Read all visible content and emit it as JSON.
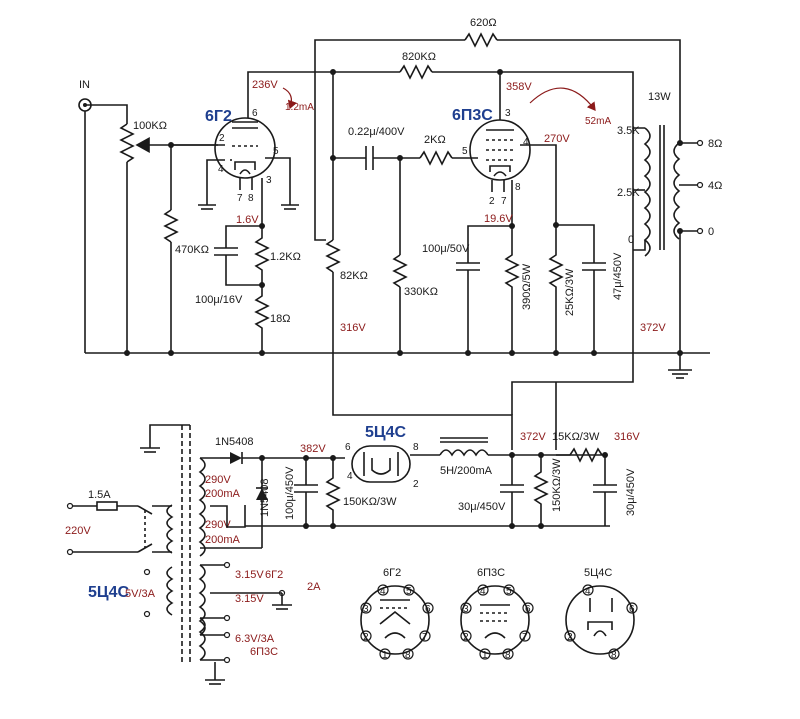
{
  "labels": {
    "input": "IN",
    "pot": "100KΩ",
    "r_470k": "470KΩ",
    "tube1": "6Г2",
    "tube1_plate_v": "236V",
    "tube1_current": "1.2mA",
    "tube1_cathode_v": "1.6V",
    "r_1_2k": "1.2KΩ",
    "c_100u_16v": "100μ/16V",
    "r_18": "18Ω",
    "r_82k": "82KΩ",
    "v_316_top": "316V",
    "c_coupling": "0.22μ/400V",
    "r_2k": "2KΩ",
    "r_330k": "330KΩ",
    "r_820k": "820KΩ",
    "r_620": "620Ω",
    "tube2": "6П3С",
    "tube2_plate_v": "358V",
    "tube2_current": "52mA",
    "tube2_screen_v": "270V",
    "tube2_cathode_v": "19.6V",
    "c_100u_50v": "100μ/50V",
    "r_390": "390Ω/5W",
    "r_25k": "25KΩ/3W",
    "c_47u": "47μ/450V",
    "v_372_top": "372V",
    "ot_power": "13W",
    "ot_3_5k": "3.5K",
    "ot_2_5k": "2.5K",
    "ot_zero": "0",
    "out_8": "8Ω",
    "out_4": "4Ω",
    "out_0": "0",
    "fuse": "1.5A",
    "mains": "220V",
    "d1": "1N5408",
    "d2": "1N5408",
    "sec1_v": "290V",
    "sec1_i": "200mA",
    "sec2_v": "290V",
    "sec2_i": "200mA",
    "v_382": "382V",
    "c_100u_450v": "100μ/450V",
    "r_150k_a": "150KΩ/3W",
    "rect": "5Ц4С",
    "rect_winding_name": "5Ц4С",
    "rect_winding": "5V/3A",
    "choke": "5H/200mA",
    "v_372_psu": "372V",
    "r_15k": "15KΩ/3W",
    "v_316_psu": "316V",
    "c_30u_a": "30μ/450V",
    "r_150k_b": "150KΩ/3W",
    "c_30u_b": "30μ/450V",
    "fil1_v": "3.15V",
    "fil1_name": "6Г2",
    "fil2_v": "3.15V",
    "fil_current": "2A",
    "fil3_v": "6.3V/3A",
    "fil3_name": "6П3С",
    "base1": "6Г2",
    "base2": "6П3С",
    "base3": "5Ц4С"
  },
  "pins": {
    "t1": [
      "2",
      "6",
      "4",
      "5",
      "7",
      "8",
      "3"
    ],
    "t2": [
      "3",
      "4",
      "5",
      "2",
      "7",
      "8"
    ],
    "rect": [
      "6",
      "4",
      "8",
      "2"
    ],
    "base1": [
      "1",
      "2",
      "3",
      "4",
      "5",
      "6",
      "7",
      "8"
    ],
    "base2": [
      "1",
      "2",
      "3",
      "4",
      "5",
      "6",
      "7",
      "8"
    ],
    "base3": [
      "2",
      "4",
      "6",
      "8"
    ]
  },
  "colors": {
    "wire": "#1a1a1a",
    "voltage": "#8b1a1a",
    "tube_name": "#1f3f8f"
  }
}
